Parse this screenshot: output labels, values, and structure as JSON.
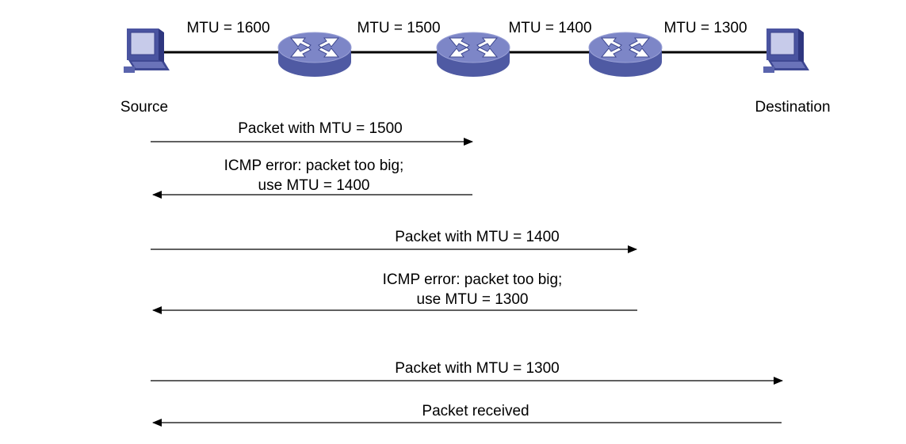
{
  "nodes": {
    "source_label": "Source",
    "destination_label": "Destination"
  },
  "links": [
    {
      "mtu_label": "MTU = 1600"
    },
    {
      "mtu_label": "MTU = 1500"
    },
    {
      "mtu_label": "MTU = 1400"
    },
    {
      "mtu_label": "MTU = 1300"
    }
  ],
  "messages": [
    {
      "line1": "Packet with MTU = 1500",
      "line2": "",
      "direction": "forward"
    },
    {
      "line1": "ICMP error: packet too big;",
      "line2": "use MTU = 1400",
      "direction": "back"
    },
    {
      "line1": "Packet with MTU = 1400",
      "line2": "",
      "direction": "forward"
    },
    {
      "line1": "ICMP error: packet too big;",
      "line2": "use MTU = 1300",
      "direction": "back"
    },
    {
      "line1": "Packet with MTU = 1300",
      "line2": "",
      "direction": "forward"
    },
    {
      "line1": "Packet received",
      "line2": "",
      "direction": "back"
    }
  ],
  "colors": {
    "router_top": "#7d86c7",
    "router_side": "#4f5aa3",
    "pc_body": "#5a64ad",
    "pc_screen": "#c7cbea",
    "line": "#000000"
  },
  "icons": {
    "endpoint": "computer-icon",
    "router": "router-icon"
  }
}
